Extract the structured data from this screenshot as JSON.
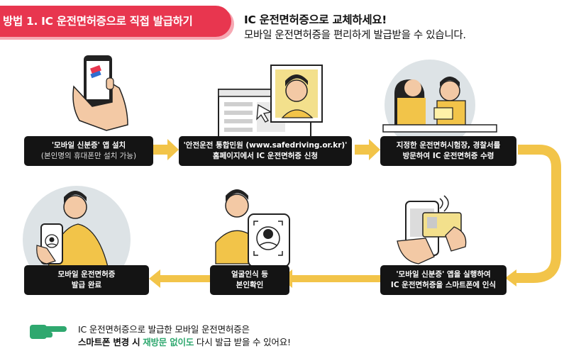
{
  "header": {
    "badge_label": "방법 1. IC 운전면허증으로 직접 발급하기",
    "title": "IC 운전면허증으로 교체하세요!",
    "subtitle": "모바일 운전면허증을 편리하게 발급받을 수 있습니다."
  },
  "steps": [
    {
      "line1": "'모바일 신분증' 앱 설치",
      "line2": "(본인명의 휴대폰만 설치 가능)"
    },
    {
      "line1": "'안전운전 통합민원 (www.safedriving.or.kr)'",
      "line2": "홈페이지에서 IC 운전면허증 신청"
    },
    {
      "line1": "지정한 운전면허시험장, 경찰서를",
      "line2": "방문하여 IC 운전면허증 수령"
    },
    {
      "line1": "'모바일 신분증' 앱을 실행하여",
      "line2": "IC 운전면허증을 스마트폰에 인식"
    },
    {
      "line1": "얼굴인식 등",
      "line2": "본인확인"
    },
    {
      "line1": "모바일 운전면허증",
      "line2": "발급 완료"
    }
  ],
  "footer": {
    "line1": "IC 운전면허증으로 발급한 모바일 운전면허증은",
    "line2_a": "스마트폰 변경 시",
    "line2_b": "재방문 없이도",
    "line2_c": "다시 발급 받을 수 있어요!"
  },
  "colors": {
    "badge": "#e8364f",
    "arrow": "#f2c449",
    "box": "#141414",
    "skin": "#f3c9a5",
    "accent": "#2fa86f",
    "circle_bg": "#dde3e6"
  },
  "icons": [
    "hand-phone-icon",
    "web-browser-icon",
    "office-desk-icon",
    "card-scan-icon",
    "face-scan-icon",
    "phone-license-icon",
    "pointing-hand-icon"
  ]
}
